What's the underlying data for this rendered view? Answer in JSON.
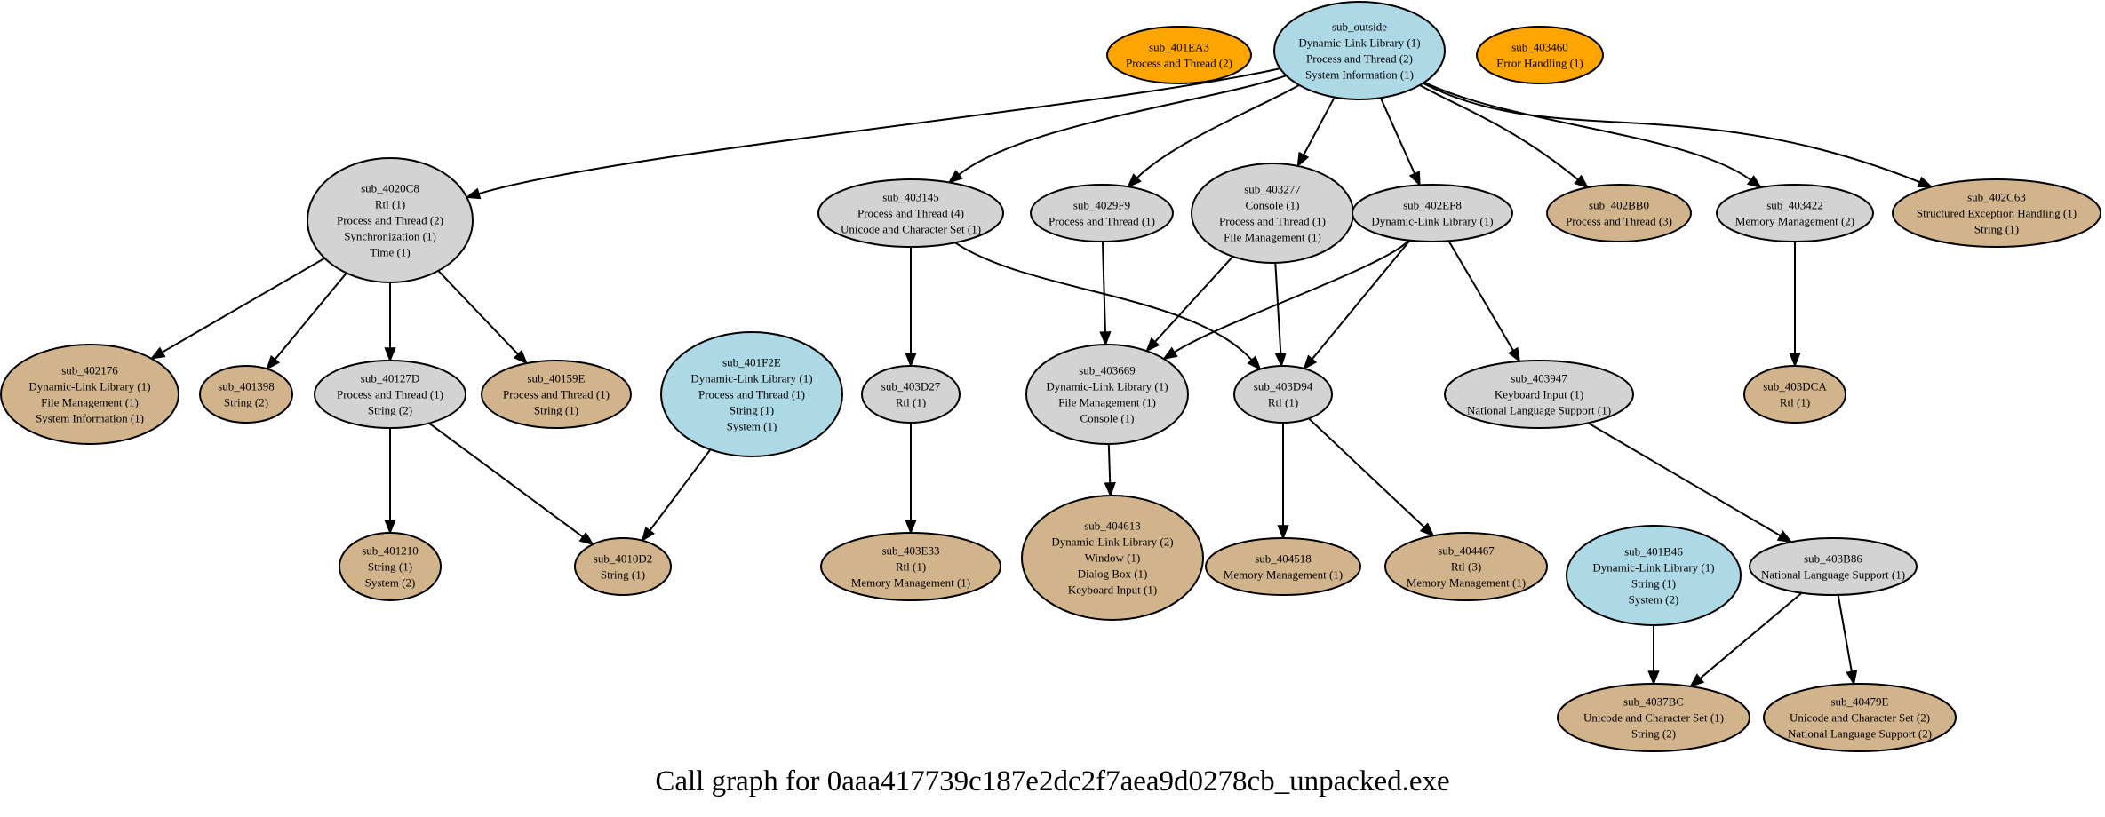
{
  "caption": "Call graph for 0aaa417739c187e2dc2f7aea9d0278cb_unpacked.exe",
  "colors": {
    "external": "#add8e6",
    "internal": "#d3d3d3",
    "leaf": "#d2b48c",
    "isolated": "#ffa500"
  },
  "nodes": [
    {
      "id": "sub_outside",
      "kind": "external",
      "lines": [
        "sub_outside",
        "Dynamic-Link Library (1)",
        "Process and Thread (2)",
        "System Information (1)"
      ]
    },
    {
      "id": "sub_401EA3",
      "kind": "isolated",
      "lines": [
        "sub_401EA3",
        "Process and Thread (2)"
      ]
    },
    {
      "id": "sub_403460",
      "kind": "isolated",
      "lines": [
        "sub_403460",
        "Error Handling (1)"
      ]
    },
    {
      "id": "sub_4020C8",
      "kind": "internal",
      "lines": [
        "sub_4020C8",
        "Rtl (1)",
        "Process and Thread (2)",
        "Synchronization (1)",
        "Time (1)"
      ]
    },
    {
      "id": "sub_403145",
      "kind": "internal",
      "lines": [
        "sub_403145",
        "Process and Thread (4)",
        "Unicode and Character Set (1)"
      ]
    },
    {
      "id": "sub_4029F9",
      "kind": "internal",
      "lines": [
        "sub_4029F9",
        "Process and Thread (1)"
      ]
    },
    {
      "id": "sub_403277",
      "kind": "internal",
      "lines": [
        "sub_403277",
        "Console (1)",
        "Process and Thread (1)",
        "File Management (1)"
      ]
    },
    {
      "id": "sub_402EF8",
      "kind": "internal",
      "lines": [
        "sub_402EF8",
        "Dynamic-Link Library (1)"
      ]
    },
    {
      "id": "sub_402BB0",
      "kind": "leaf",
      "lines": [
        "sub_402BB0",
        "Process and Thread (3)"
      ]
    },
    {
      "id": "sub_403422",
      "kind": "internal",
      "lines": [
        "sub_403422",
        "Memory Management (2)"
      ]
    },
    {
      "id": "sub_402C63",
      "kind": "leaf",
      "lines": [
        "sub_402C63",
        "Structured Exception Handling (1)",
        "String (1)"
      ]
    },
    {
      "id": "sub_402176",
      "kind": "leaf",
      "lines": [
        "sub_402176",
        "Dynamic-Link Library (1)",
        "File Management (1)",
        "System Information (1)"
      ]
    },
    {
      "id": "sub_401398",
      "kind": "leaf",
      "lines": [
        "sub_401398",
        "String (2)"
      ]
    },
    {
      "id": "sub_40127D",
      "kind": "internal",
      "lines": [
        "sub_40127D",
        "Process and Thread (1)",
        "String (2)"
      ]
    },
    {
      "id": "sub_40159E",
      "kind": "leaf",
      "lines": [
        "sub_40159E",
        "Process and Thread (1)",
        "String (1)"
      ]
    },
    {
      "id": "sub_401F2E",
      "kind": "external",
      "lines": [
        "sub_401F2E",
        "Dynamic-Link Library (1)",
        "Process and Thread (1)",
        "String (1)",
        "System (1)"
      ]
    },
    {
      "id": "sub_403D27",
      "kind": "internal",
      "lines": [
        "sub_403D27",
        "Rtl (1)"
      ]
    },
    {
      "id": "sub_403669",
      "kind": "internal",
      "lines": [
        "sub_403669",
        "Dynamic-Link Library (1)",
        "File Management (1)",
        "Console (1)"
      ]
    },
    {
      "id": "sub_403D94",
      "kind": "internal",
      "lines": [
        "sub_403D94",
        "Rtl (1)"
      ]
    },
    {
      "id": "sub_403947",
      "kind": "internal",
      "lines": [
        "sub_403947",
        "Keyboard Input (1)",
        "National Language Support (1)"
      ]
    },
    {
      "id": "sub_403DCA",
      "kind": "leaf",
      "lines": [
        "sub_403DCA",
        "Rtl (1)"
      ]
    },
    {
      "id": "sub_401210",
      "kind": "leaf",
      "lines": [
        "sub_401210",
        "String (1)",
        "System (2)"
      ]
    },
    {
      "id": "sub_4010D2",
      "kind": "leaf",
      "lines": [
        "sub_4010D2",
        "String (1)"
      ]
    },
    {
      "id": "sub_403E33",
      "kind": "leaf",
      "lines": [
        "sub_403E33",
        "Rtl (1)",
        "Memory Management (1)"
      ]
    },
    {
      "id": "sub_404613",
      "kind": "leaf",
      "lines": [
        "sub_404613",
        "Dynamic-Link Library (2)",
        "Window (1)",
        "Dialog Box (1)",
        "Keyboard Input (1)"
      ]
    },
    {
      "id": "sub_404518",
      "kind": "leaf",
      "lines": [
        "sub_404518",
        "Memory Management (1)"
      ]
    },
    {
      "id": "sub_404467",
      "kind": "leaf",
      "lines": [
        "sub_404467",
        "Rtl (3)",
        "Memory Management (1)"
      ]
    },
    {
      "id": "sub_401B46",
      "kind": "external",
      "lines": [
        "sub_401B46",
        "Dynamic-Link Library (1)",
        "String (1)",
        "System (2)"
      ]
    },
    {
      "id": "sub_403B86",
      "kind": "internal",
      "lines": [
        "sub_403B86",
        "National Language Support (1)"
      ]
    },
    {
      "id": "sub_4037BC",
      "kind": "leaf",
      "lines": [
        "sub_4037BC",
        "Unicode and Character Set (1)",
        "String (2)"
      ]
    },
    {
      "id": "sub_40479E",
      "kind": "leaf",
      "lines": [
        "sub_40479E",
        "Unicode and Character Set (2)",
        "National Language Support (2)"
      ]
    }
  ],
  "edges": [
    {
      "from": "sub_outside",
      "to": "sub_4020C8"
    },
    {
      "from": "sub_outside",
      "to": "sub_403145"
    },
    {
      "from": "sub_outside",
      "to": "sub_4029F9"
    },
    {
      "from": "sub_outside",
      "to": "sub_403277"
    },
    {
      "from": "sub_outside",
      "to": "sub_402EF8"
    },
    {
      "from": "sub_outside",
      "to": "sub_402BB0"
    },
    {
      "from": "sub_outside",
      "to": "sub_403422"
    },
    {
      "from": "sub_outside",
      "to": "sub_402C63"
    },
    {
      "from": "sub_4020C8",
      "to": "sub_402176"
    },
    {
      "from": "sub_4020C8",
      "to": "sub_401398"
    },
    {
      "from": "sub_4020C8",
      "to": "sub_40127D"
    },
    {
      "from": "sub_4020C8",
      "to": "sub_40159E"
    },
    {
      "from": "sub_40127D",
      "to": "sub_401210"
    },
    {
      "from": "sub_40127D",
      "to": "sub_4010D2"
    },
    {
      "from": "sub_401F2E",
      "to": "sub_4010D2"
    },
    {
      "from": "sub_403145",
      "to": "sub_403D27"
    },
    {
      "from": "sub_403145",
      "to": "sub_403D94"
    },
    {
      "from": "sub_4029F9",
      "to": "sub_403669"
    },
    {
      "from": "sub_403277",
      "to": "sub_403669"
    },
    {
      "from": "sub_403277",
      "to": "sub_403D94"
    },
    {
      "from": "sub_402EF8",
      "to": "sub_403669"
    },
    {
      "from": "sub_402EF8",
      "to": "sub_403D94"
    },
    {
      "from": "sub_402EF8",
      "to": "sub_403947"
    },
    {
      "from": "sub_403422",
      "to": "sub_403DCA"
    },
    {
      "from": "sub_403D27",
      "to": "sub_403E33"
    },
    {
      "from": "sub_403669",
      "to": "sub_404613"
    },
    {
      "from": "sub_403D94",
      "to": "sub_404518"
    },
    {
      "from": "sub_403D94",
      "to": "sub_404467"
    },
    {
      "from": "sub_403947",
      "to": "sub_403B86"
    },
    {
      "from": "sub_401B46",
      "to": "sub_4037BC"
    },
    {
      "from": "sub_403B86",
      "to": "sub_4037BC"
    },
    {
      "from": "sub_403B86",
      "to": "sub_40479E"
    }
  ]
}
